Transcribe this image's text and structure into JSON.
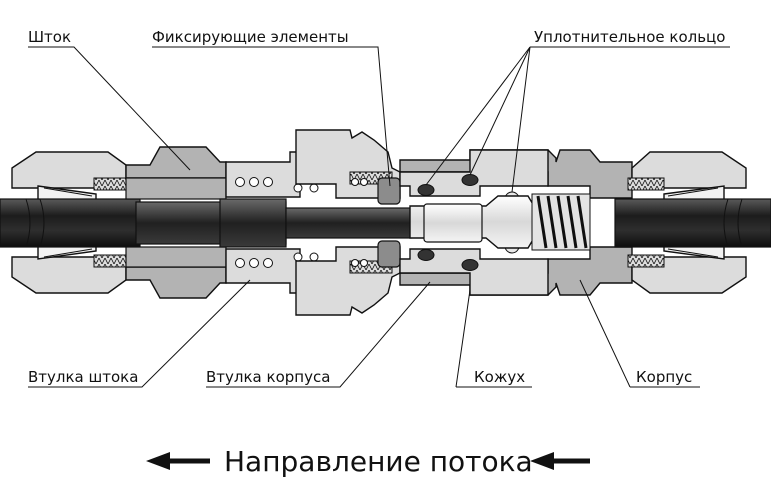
{
  "labels": {
    "shtok": "Шток",
    "fiksiruyushchie": "Фиксирующие элементы",
    "uplotnitelnoe": "Уплотнительное кольцо",
    "vtulka_shtoka": "Втулка штока",
    "vtulka_korpusa": "Втулка корпуса",
    "kozhukh": "Кожух",
    "korpus": "Корпус"
  },
  "flow_direction": "Направление потока",
  "colors": {
    "body_light": "#dcdcdc",
    "body_mid": "#b3b3b3",
    "body_dark": "#8c8c8c",
    "tube_dark": "#2a2a2a",
    "outline": "#111111"
  }
}
